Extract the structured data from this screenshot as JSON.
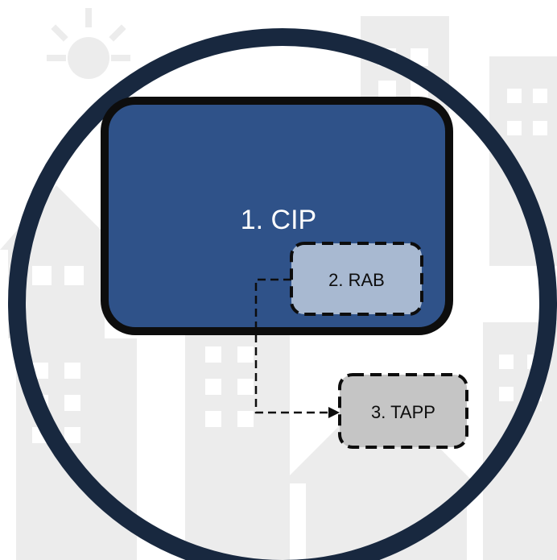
{
  "diagram": {
    "nodes": [
      {
        "id": "cip",
        "label": "1. CIP"
      },
      {
        "id": "rab",
        "label": "2. RAB"
      },
      {
        "id": "tapp",
        "label": "3. TAPP"
      }
    ],
    "edges": [
      {
        "from": "rab",
        "to": "tapp",
        "style": "dashed-arrow"
      }
    ]
  },
  "colors": {
    "ring": "#18283f",
    "cip_fill": "#2f5289",
    "rab_fill": "#a8b9d1",
    "tapp_fill": "#c5c5c5",
    "background_art": "#ececec"
  }
}
